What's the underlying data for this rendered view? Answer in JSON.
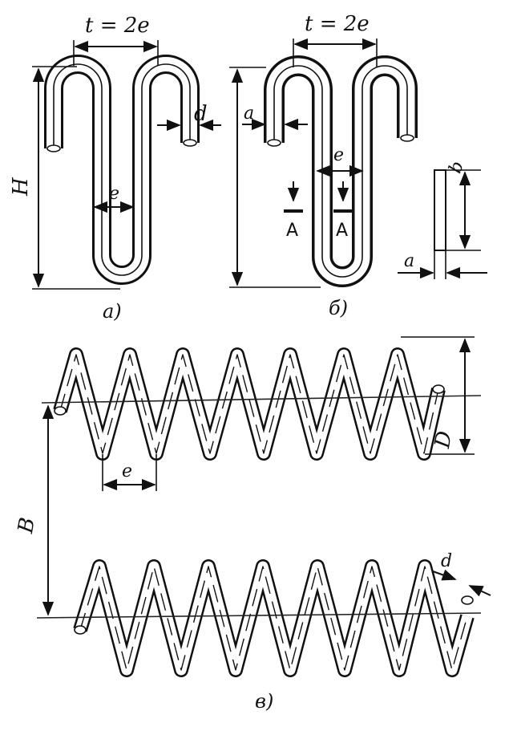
{
  "figure": {
    "panel_a": {
      "caption": "а)",
      "label_t": "t = 2e",
      "label_H": "H",
      "label_d": "d",
      "label_e": "e"
    },
    "panel_b": {
      "caption": "б)",
      "label_t": "t = 2e",
      "label_a": "a",
      "label_e": "e",
      "section_left": "A",
      "section_right": "A",
      "label_b": "b",
      "label_a2": "a"
    },
    "panel_v": {
      "caption": "в)",
      "label_D": "D",
      "label_e": "e",
      "label_B": "B",
      "label_d": "d"
    }
  }
}
